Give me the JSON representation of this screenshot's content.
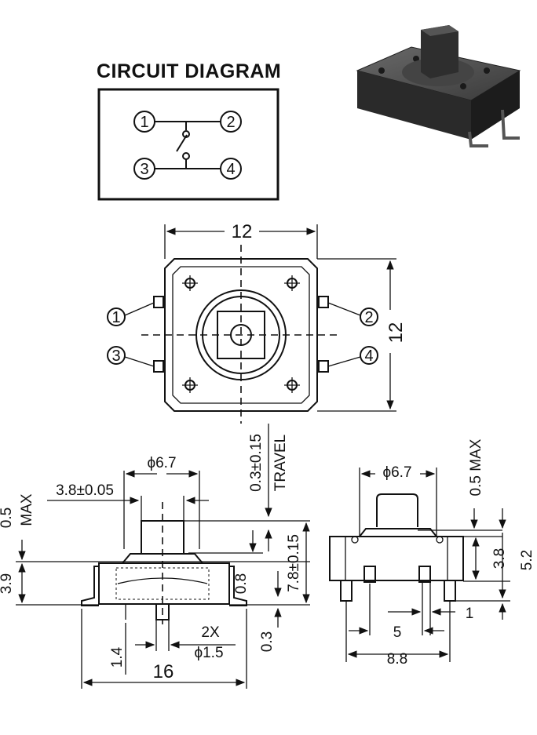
{
  "circuit": {
    "title": "CIRCUIT DIAGRAM",
    "pins": [
      "1",
      "2",
      "3",
      "4"
    ]
  },
  "top_view": {
    "width_dim": "12",
    "height_dim": "12",
    "pins": [
      "1",
      "2",
      "3",
      "4"
    ]
  },
  "side_view": {
    "stroke_dim": "0.3±0.15",
    "stroke_label": "TRAVEL",
    "plunger_dia": "ϕ6.7",
    "plunger_width": "3.8±0.05",
    "max_top_value": "0.5",
    "max_top_label": "MAX",
    "body_height": "3.9",
    "total_height": "7.8±0.15",
    "foot_thickness": "0.8",
    "standoff": "0.3",
    "pin_count_label": "2X",
    "peg_dia": "ϕ1.5",
    "peg_offset": "1.4",
    "overall_length": "16"
  },
  "front_view": {
    "plunger_dia": "ϕ6.7",
    "max_top": "0.5 MAX",
    "body_height": "3.8",
    "total_height": "5.2",
    "pin_pitch": "5",
    "pin_width": "1",
    "body_width": "8.8"
  },
  "colors": {
    "ink": "#111111",
    "body_dark": "#2a2a2a",
    "body_mid": "#555555",
    "paper": "#ffffff"
  }
}
